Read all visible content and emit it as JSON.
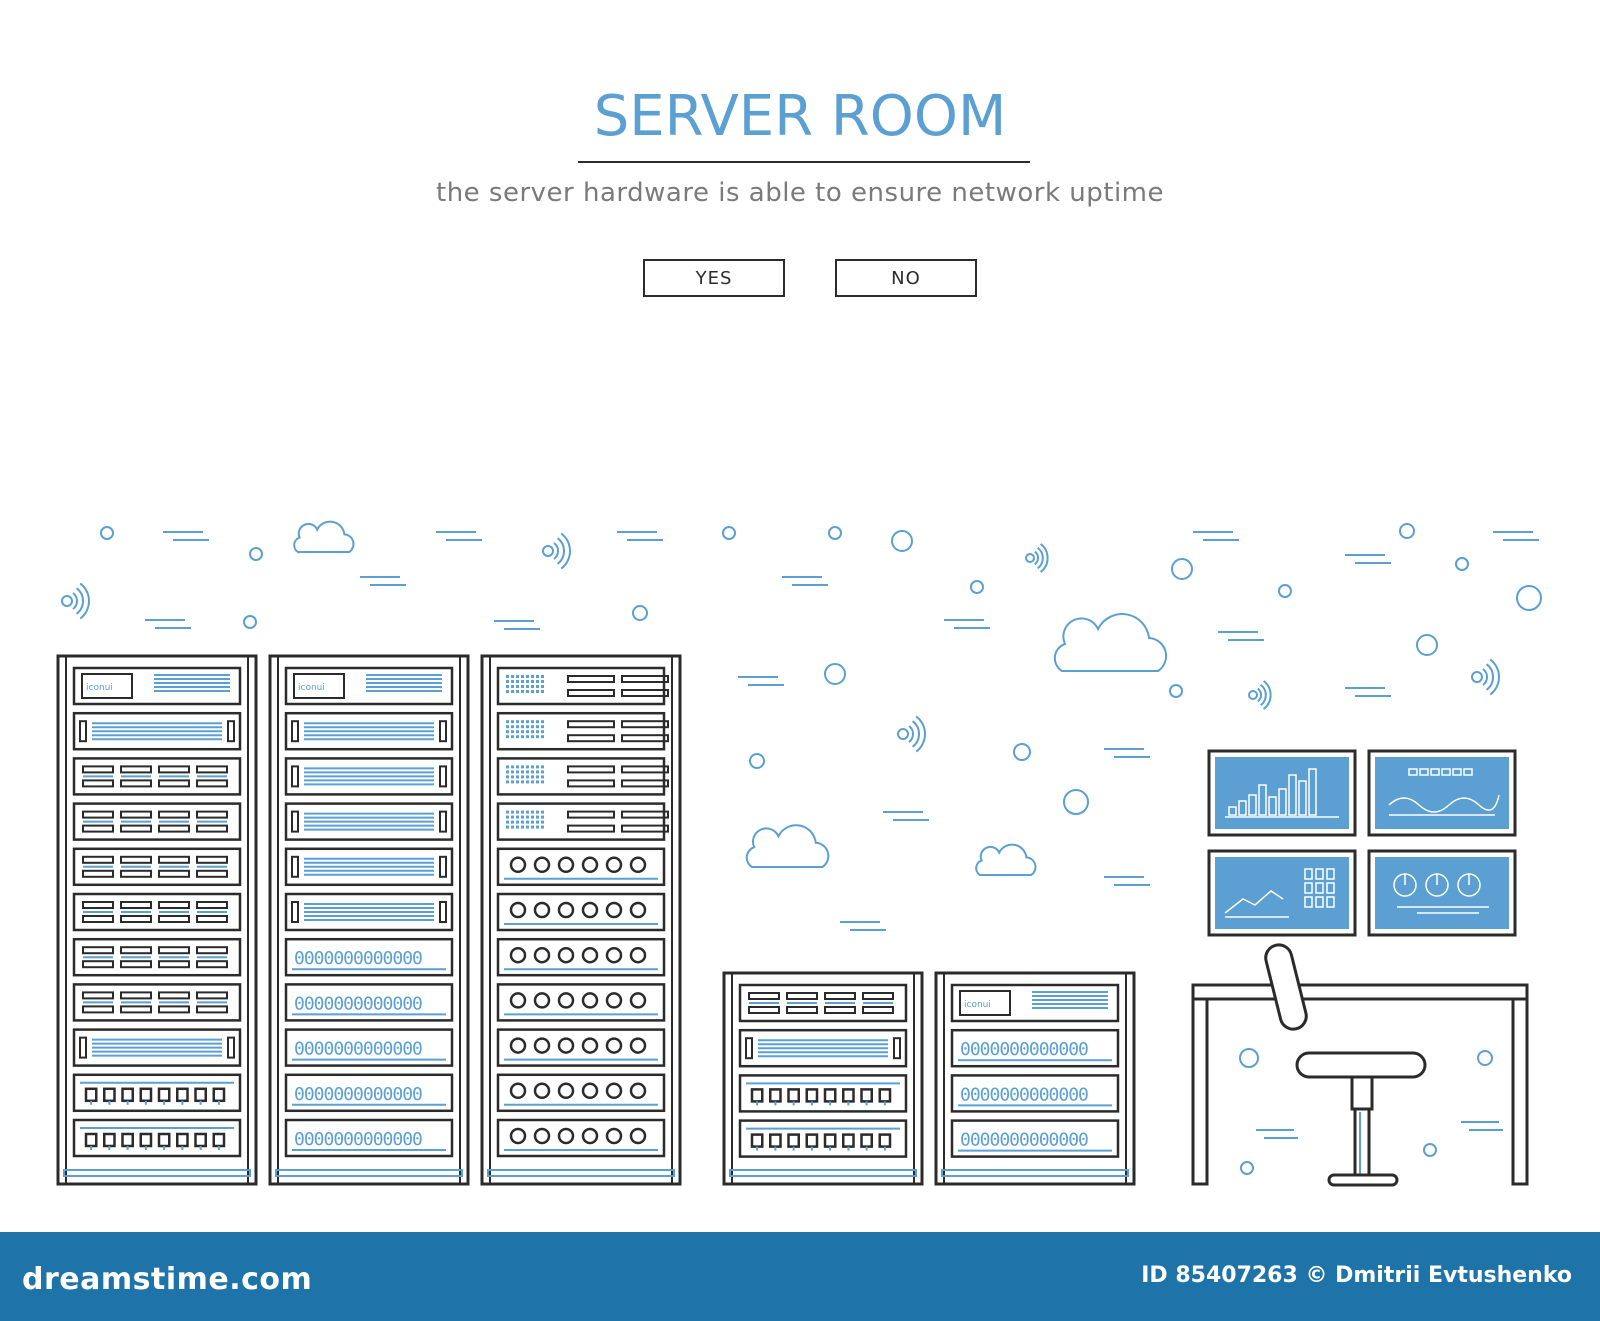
{
  "header": {
    "title": "SERVER ROOM",
    "subtitle": "the server hardware is able to ensure network uptime"
  },
  "buttons": {
    "yes": "YES",
    "no": "NO"
  },
  "footer": {
    "brand": "dreamstime.com",
    "credit": "ID 85407263 © Dmitrii Evtushenko"
  },
  "rack_labels": {
    "front_panel": "iconui"
  },
  "colors": {
    "accent": "#5b9fd3",
    "outline": "#2b2b2b",
    "footer": "#1e73a8",
    "screen": "#5b9fd3"
  },
  "icons": [
    "cloud-icon",
    "wifi-icon",
    "bubble-icon",
    "server-rack-icon",
    "monitor-icon",
    "office-chair-icon",
    "desk-icon"
  ]
}
